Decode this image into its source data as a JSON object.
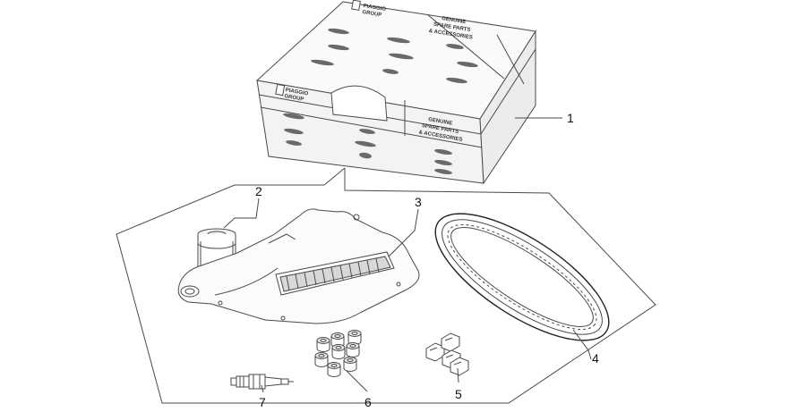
{
  "callouts": [
    {
      "id": "1",
      "part": "kit-box"
    },
    {
      "id": "2",
      "part": "oil-filter"
    },
    {
      "id": "3",
      "part": "air-filter"
    },
    {
      "id": "4",
      "part": "drive-belt"
    },
    {
      "id": "5",
      "part": "slider-guides"
    },
    {
      "id": "6",
      "part": "roller-weights"
    },
    {
      "id": "7",
      "part": "spark-plug"
    }
  ],
  "box_text": {
    "brand_line1": "PIAGGIO",
    "brand_line2": "GROUP",
    "genuine_line1": "GENUINE",
    "genuine_line2": "SPARE PARTS",
    "genuine_line3": "& ACCESSORIES"
  },
  "colors": {
    "line": "#4a4a4a",
    "box_side": "#f1f1f1",
    "box_top": "#fafafa"
  }
}
